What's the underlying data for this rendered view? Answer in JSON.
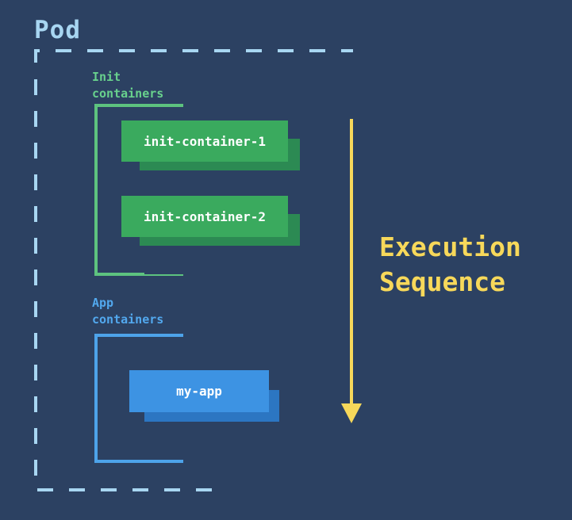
{
  "pod": {
    "title": "Pod"
  },
  "init_section": {
    "label": "Init\ncontainers",
    "containers": [
      "init-container-1",
      "init-container-2"
    ]
  },
  "app_section": {
    "label": "App\ncontainers",
    "containers": [
      "my-app"
    ]
  },
  "sequence": {
    "label": "Execution\nSequence"
  },
  "colors": {
    "background": "#2c4162",
    "pod_border": "#a8d6f2",
    "init": "#3aaa5e",
    "app": "#3d93e3",
    "arrow": "#f7d85a"
  }
}
